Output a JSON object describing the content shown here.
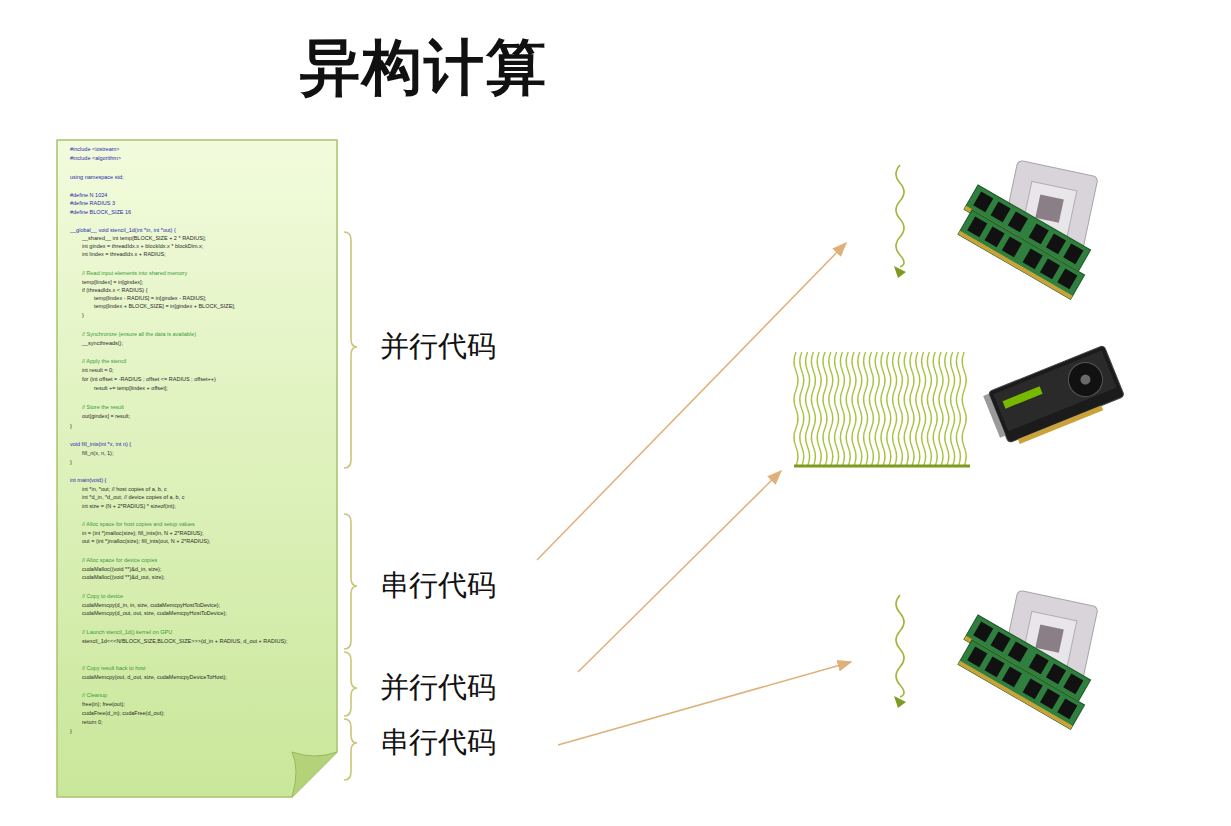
{
  "diagram": {
    "title": "异构计算",
    "labels": [
      "#include <iostream>",
      "#include <algorithm>",
      "using namespace std;",
      "#define N 1024",
      "#define RADIUS 3",
      "#define BLOCK_SIZE 16",
      "__global__ void stencil_1d(int *in, int *out) {",
      "__shared__ int temp[BLOCK_SIZE + 2 * RADIUS];",
      "int gindex = threadIdx.x + blockIdx.x * blockDim.x;",
      "int lindex = threadIdx.x + RADIUS;",
      "// Read input elements into shared memory",
      "temp[lindex] = in[gindex];",
      "if (threadIdx.x < RADIUS) {",
      "temp[lindex - RADIUS] = in[gindex - RADIUS];",
      "temp[lindex + BLOCK_SIZE] = in[gindex + BLOCK_SIZE];",
      "}",
      "// Synchronize (ensure all the data is available)",
      "__syncthreads();",
      "// Apply the stencil",
      "int result = 0;",
      "for (int offset = -RADIUS ; offset <= RADIUS ; offset++)",
      "result += temp[lindex + offset];",
      "// Store the result",
      "out[gindex] = result;",
      "}",
      "void fill_ints(int *x, int n) {",
      "fill_n(x, n, 1);",
      "}",
      "int main(void) {",
      "int *in, *out; // host copies of a, b, c",
      "int *d_in, *d_out; // device copies of a, b, c",
      "int size = (N + 2*RADIUS) * sizeof(int);",
      "// Alloc space for host copies and setup values",
      "in = (int *)malloc(size); fill_ints(in, N + 2*RADIUS);",
      "out = (int *)malloc(size); fill_ints(out, N + 2*RADIUS);",
      "// Alloc space for device copies",
      "cudaMalloc((void **)&d_in, size);",
      "cudaMalloc((void **)&d_out, size);",
      "// Copy to device",
      "cudaMemcpy(d_in, in, size, cudaMemcpyHostToDevice);",
      "cudaMemcpy(d_out, out, size, cudaMemcpyHostToDevice);",
      "// Launch stencil_1d() kernel on GPU",
      "stencil_1d<<<N/BLOCK_SIZE,BLOCK_SIZE>>>(d_in + RADIUS, d_out + RADIUS);",
      "// Copy result back to host",
      "cudaMemcpy(out, d_out, size, cudaMemcpyDeviceToHost);",
      "// Cleanup",
      "free(in); free(out);",
      "cudaFree(d_in); cudaFree(d_out);",
      "return 0;",
      "}",
      "并行代码",
      "串行代码",
      "并行代码",
      "串行代码"
    ]
  }
}
